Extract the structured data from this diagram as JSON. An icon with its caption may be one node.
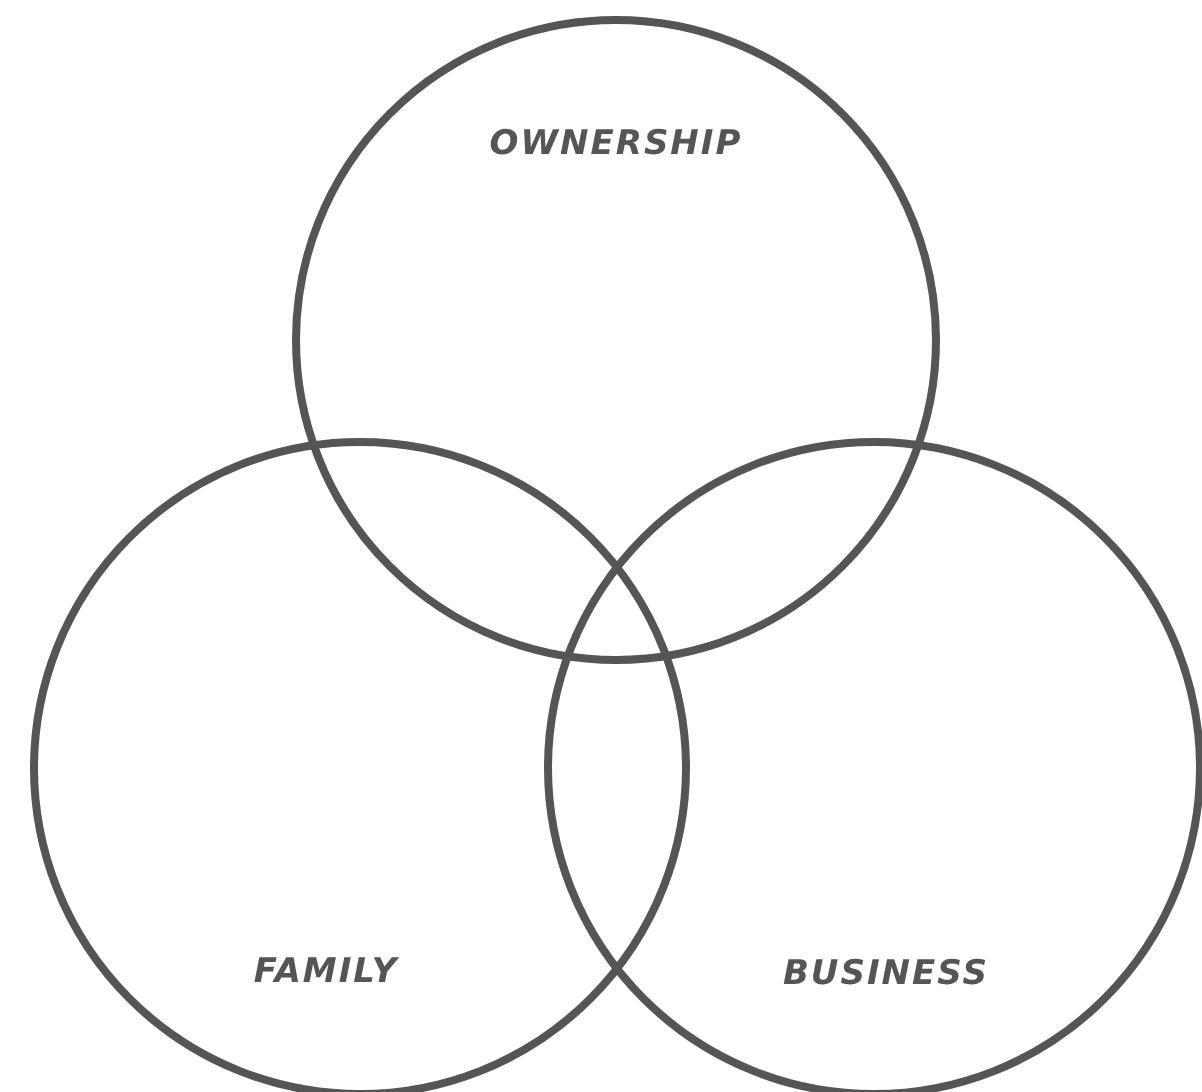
{
  "diagram": {
    "nodes": [
      {
        "text": [
          "OWNERSHIP"
        ]
      },
      {
        "text": [
          "FAMILY"
        ]
      },
      {
        "text": [
          "BUSINESS"
        ]
      }
    ],
    "edges": []
  }
}
